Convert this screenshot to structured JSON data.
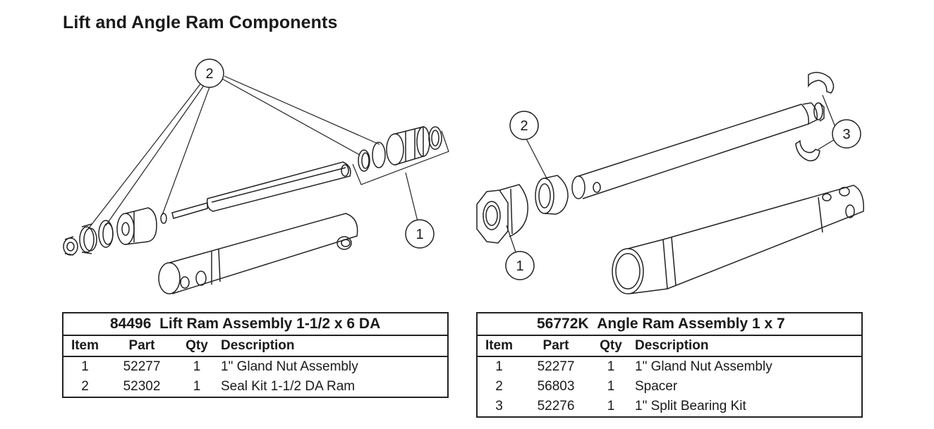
{
  "page_title": "Lift and Angle Ram Components",
  "lift_table": {
    "part_no": "84496",
    "name": "Lift Ram Assembly 1-1/2 x 6 DA",
    "headers": {
      "item": "Item",
      "part": "Part",
      "qty": "Qty",
      "desc": "Description"
    },
    "rows": [
      {
        "item": "1",
        "part": "52277",
        "qty": "1",
        "desc": "1\" Gland Nut Assembly"
      },
      {
        "item": "2",
        "part": "52302",
        "qty": "1",
        "desc": "Seal Kit 1-1/2 DA Ram"
      }
    ]
  },
  "angle_table": {
    "part_no": "56772K",
    "name": "Angle Ram Assembly 1 x 7",
    "headers": {
      "item": "Item",
      "part": "Part",
      "qty": "Qty",
      "desc": "Description"
    },
    "rows": [
      {
        "item": "1",
        "part": "52277",
        "qty": "1",
        "desc": "1\" Gland Nut Assembly"
      },
      {
        "item": "2",
        "part": "56803",
        "qty": "1",
        "desc": "Spacer"
      },
      {
        "item": "3",
        "part": "52276",
        "qty": "1",
        "desc": "1\" Split Bearing Kit"
      }
    ]
  },
  "callouts": {
    "lift_seal_kit": "2",
    "lift_gland_nut": "1",
    "angle_spacer": "2",
    "angle_gland_nut": "1",
    "angle_bearing": "3"
  }
}
